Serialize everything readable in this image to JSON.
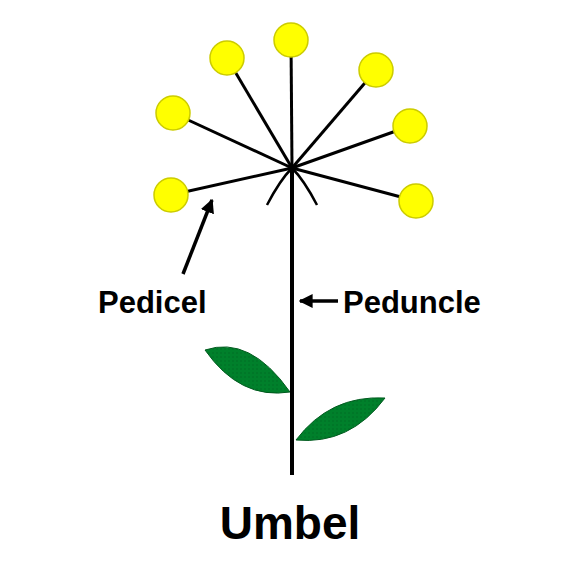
{
  "diagram": {
    "caption": "Umbel",
    "labels": [
      "Pedicel",
      "Peduncle"
    ]
  }
}
